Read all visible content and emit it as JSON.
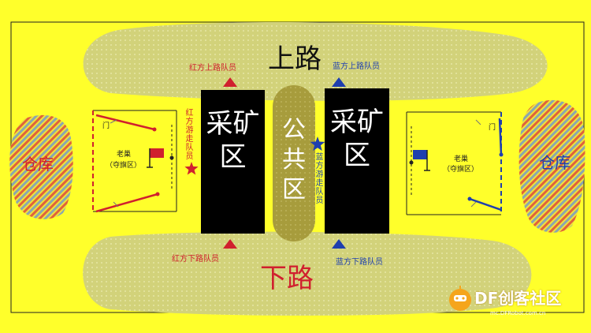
{
  "labels": {
    "top_lane": "上路",
    "bottom_lane": "下路",
    "mine_left": "采矿区",
    "mine_right": "采矿区",
    "public_zone": "公共区",
    "warehouse_left": "仓库",
    "warehouse_right": "仓库",
    "red_top_player": "红方上路队员",
    "blue_top_player": "蓝方上路队员",
    "red_bottom_player": "红方下路队员",
    "blue_bottom_player": "蓝方下路队员",
    "red_roamer": "红方游走队员",
    "blue_roamer": "蓝方游走队员",
    "base_left_line1": "老巢",
    "base_left_line2": "（夺旗区）",
    "base_right_line1": "老巢",
    "base_right_line2": "（夺旗区）",
    "door_left": "门",
    "door_right": "门"
  },
  "watermark": {
    "brand": "DF创客社区",
    "url": "mc.DFRobot.com.cn"
  },
  "colors": {
    "background": "#ffff2b",
    "red": "#d0202e",
    "blue": "#1f3fae",
    "lane_fill": "#cfd07a",
    "zone": "#000000",
    "public": "#a59a3a",
    "wm_orange": "#f5a51c"
  }
}
